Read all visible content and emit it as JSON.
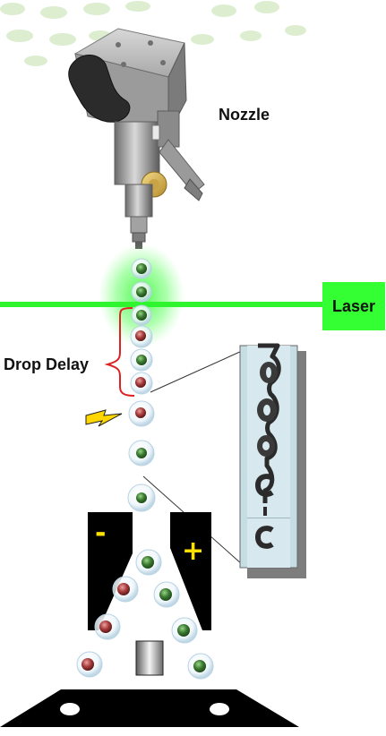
{
  "labels": {
    "nozzle": "Nozzle",
    "laser": "Laser",
    "drop_delay": "Drop Delay",
    "minus": "-",
    "plus": "+"
  },
  "colors": {
    "laser_line": "#2ef52e",
    "laser_box": "#33ff33",
    "bracket": "#dd2222",
    "plate": "#000000",
    "plate_sign": "#ffe100",
    "cell_green": "#3a7a30",
    "cell_red": "#a83a3a",
    "droplet_rim": "#b9d3e3",
    "spark": "#ffd600"
  },
  "icons": {
    "nozzle": "nozzle-assembly-icon",
    "spark": "lightning-bolt-icon",
    "collector": "collection-tube-icon"
  }
}
